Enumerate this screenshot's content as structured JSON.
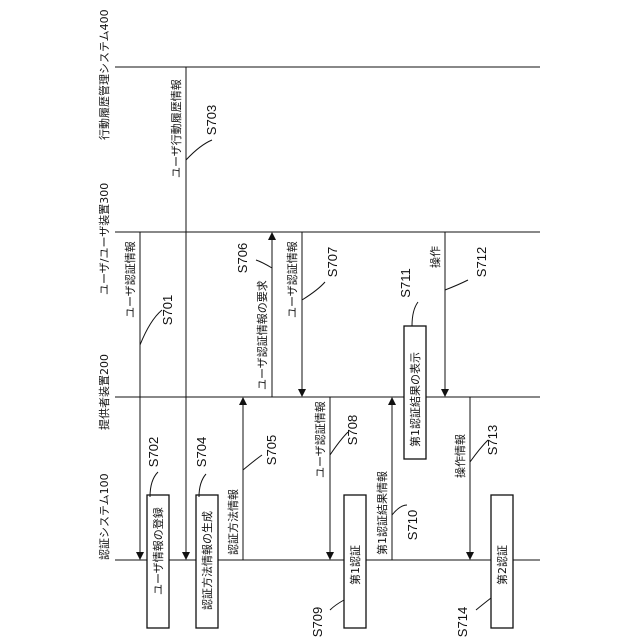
{
  "lifelines": {
    "system100": "認証システム100",
    "provider200": "提供者装置200",
    "user300": "ユーザ/ユーザ装置300",
    "history400": "行動履歴管理システム400"
  },
  "messages": {
    "m701": "ユーザ認証情報",
    "m703": "ユーザ行動履歴情報",
    "m705": "認証方法情報",
    "m706": "ユーザ認証情報の要求",
    "m707": "ユーザ認証情報",
    "m708": "ユーザ認証情報",
    "m710": "第1認証結果情報",
    "m712": "操作",
    "m713": "操作情報"
  },
  "boxes": {
    "b702": "ユーザ情報の登録",
    "b704": "認証方法情報の生成",
    "b709": "第1認証",
    "b711": "第1認証結果の表示",
    "b714": "第2認証"
  },
  "steps": {
    "s701": "S701",
    "s702": "S702",
    "s703": "S703",
    "s704": "S704",
    "s705": "S705",
    "s706": "S706",
    "s707": "S707",
    "s708": "S708",
    "s709": "S709",
    "s710": "S710",
    "s711": "S711",
    "s712": "S712",
    "s713": "S713",
    "s714": "S714"
  }
}
